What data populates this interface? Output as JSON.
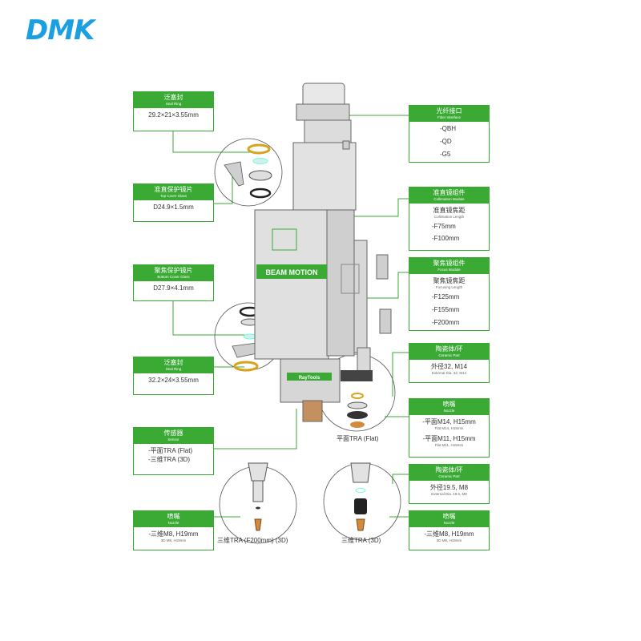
{
  "logo": {
    "text": "DMK"
  },
  "colors": {
    "accent": "#3aaa35",
    "brand": "#1a9fe0",
    "body": "#dcdcdc"
  },
  "left": {
    "seal_top": {
      "cn": "泛塞封",
      "en": "Seal Ring",
      "value": "29.2×21×3.55mm"
    },
    "top_cover": {
      "cn": "准直保护镜片",
      "en": "Top Cover Glass",
      "value": "D24.9×1.5mm"
    },
    "bottom_cover": {
      "cn": "聚焦保护镜片",
      "en": "Bottom Cover Glass",
      "value": "D27.9×4.1mm"
    },
    "seal_bottom": {
      "cn": "泛塞封",
      "en": "Seal Ring",
      "value": "32.2×24×3.55mm"
    },
    "sensor": {
      "cn": "传感器",
      "en": "Sensor",
      "items": [
        "-平面TRA (Flat)",
        "-三维TRA (3D)"
      ]
    },
    "nozzle3d": {
      "cn": "喷嘴",
      "en": "Nozzle",
      "value": "-三维M8, H19mm",
      "sub": "3D M8, H19mm"
    }
  },
  "right": {
    "fiber": {
      "cn": "光纤接口",
      "en": "Fiber Interface",
      "items": [
        "-QBH",
        "-QD",
        "-G5"
      ]
    },
    "collimation": {
      "cn": "准直镜组件",
      "en": "Collimation Module",
      "label_cn": "准直镜焦距",
      "label_en": "Collimation Length",
      "items": [
        "-F75mm",
        "-F100mm"
      ]
    },
    "focus": {
      "cn": "聚焦镜组件",
      "en": "Focus Module",
      "label_cn": "聚焦镜焦距",
      "label_en": "Focusing Length",
      "items": [
        "-F125mm",
        "-F155mm",
        "-F200mm"
      ]
    },
    "ceramic_flat": {
      "cn": "陶瓷体/环",
      "en": "Ceramic Part",
      "value": "外径32, M14",
      "sub": "External Dia. 32, M14"
    },
    "nozzle_flat": {
      "cn": "喷嘴",
      "en": "Nozzle",
      "items": [
        {
          "v": "-平面M14, H15mm",
          "s": "Flat M14, H15mm"
        },
        {
          "v": "-平面M11, H15mm",
          "s": "Flat M11, H15mm"
        }
      ]
    },
    "ceramic_3d": {
      "cn": "陶瓷体/环",
      "en": "Ceramic Part",
      "value": "外径19.5, M8",
      "sub": "External Dia. 19.5, M8"
    },
    "nozzle_3d": {
      "cn": "喷嘴",
      "en": "Nozzle",
      "value": "-三维M8, H19mm",
      "sub": "3D M8, H19mm"
    }
  },
  "captions": {
    "flat": "平面TRA (Flat)",
    "tra_f200": "三维TRA (F200mm) (3D)",
    "tra_3d": "三维TRA (3D)"
  },
  "head_labels": {
    "beam_motion": "BEAM MOTION",
    "raytools": "RayTools"
  }
}
